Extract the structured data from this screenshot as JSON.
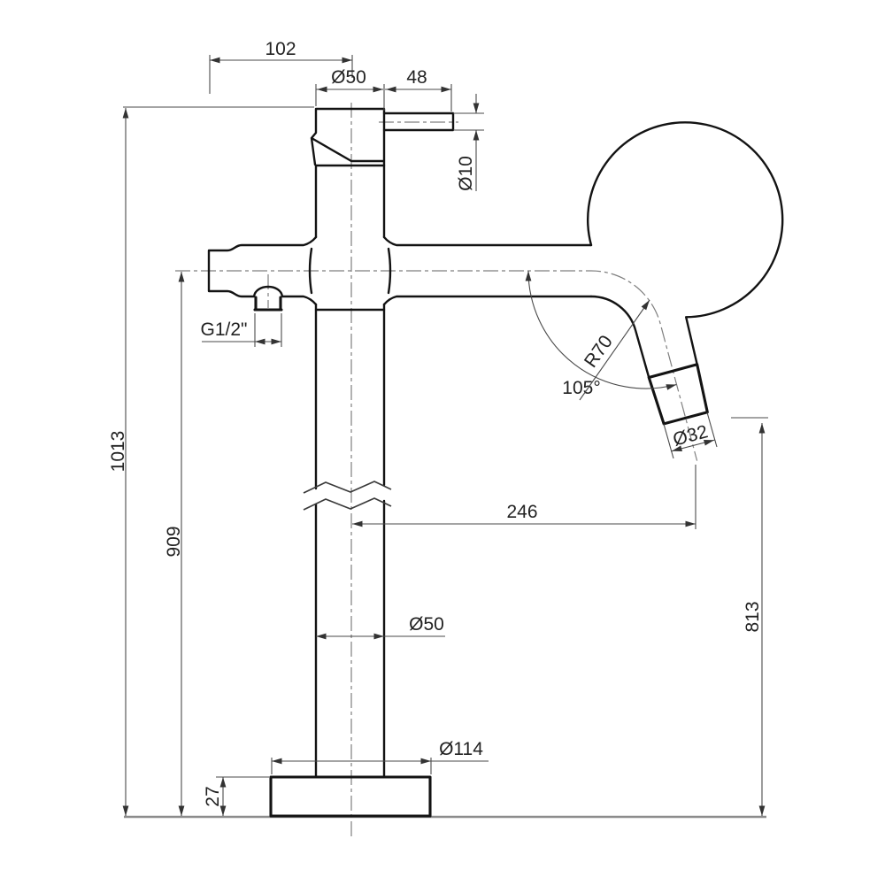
{
  "drawing": {
    "subject": "Freestanding single-lever mixer tap - dimensioned side elevation",
    "units": "mm",
    "dimensions": {
      "handle_offset": "102",
      "body_diameter": "Ø50",
      "lever_length": "48",
      "lever_diameter": "Ø10",
      "inlet_thread": "G1/2\"",
      "total_height": "1013",
      "spout_centerline_height": "909",
      "spout_bend_radius": "R70",
      "spout_angle": "105°",
      "outlet_diameter": "Ø32",
      "spout_reach": "246",
      "column_diameter": "Ø50",
      "outlet_height": "813",
      "base_diameter": "Ø114",
      "base_plate_height": "27"
    },
    "colors": {
      "outline": "#131313",
      "dimension": "#4a4a4a",
      "centerline": "#7f7f7f",
      "ground": "#8c8c8c",
      "background": "#ffffff"
    }
  }
}
